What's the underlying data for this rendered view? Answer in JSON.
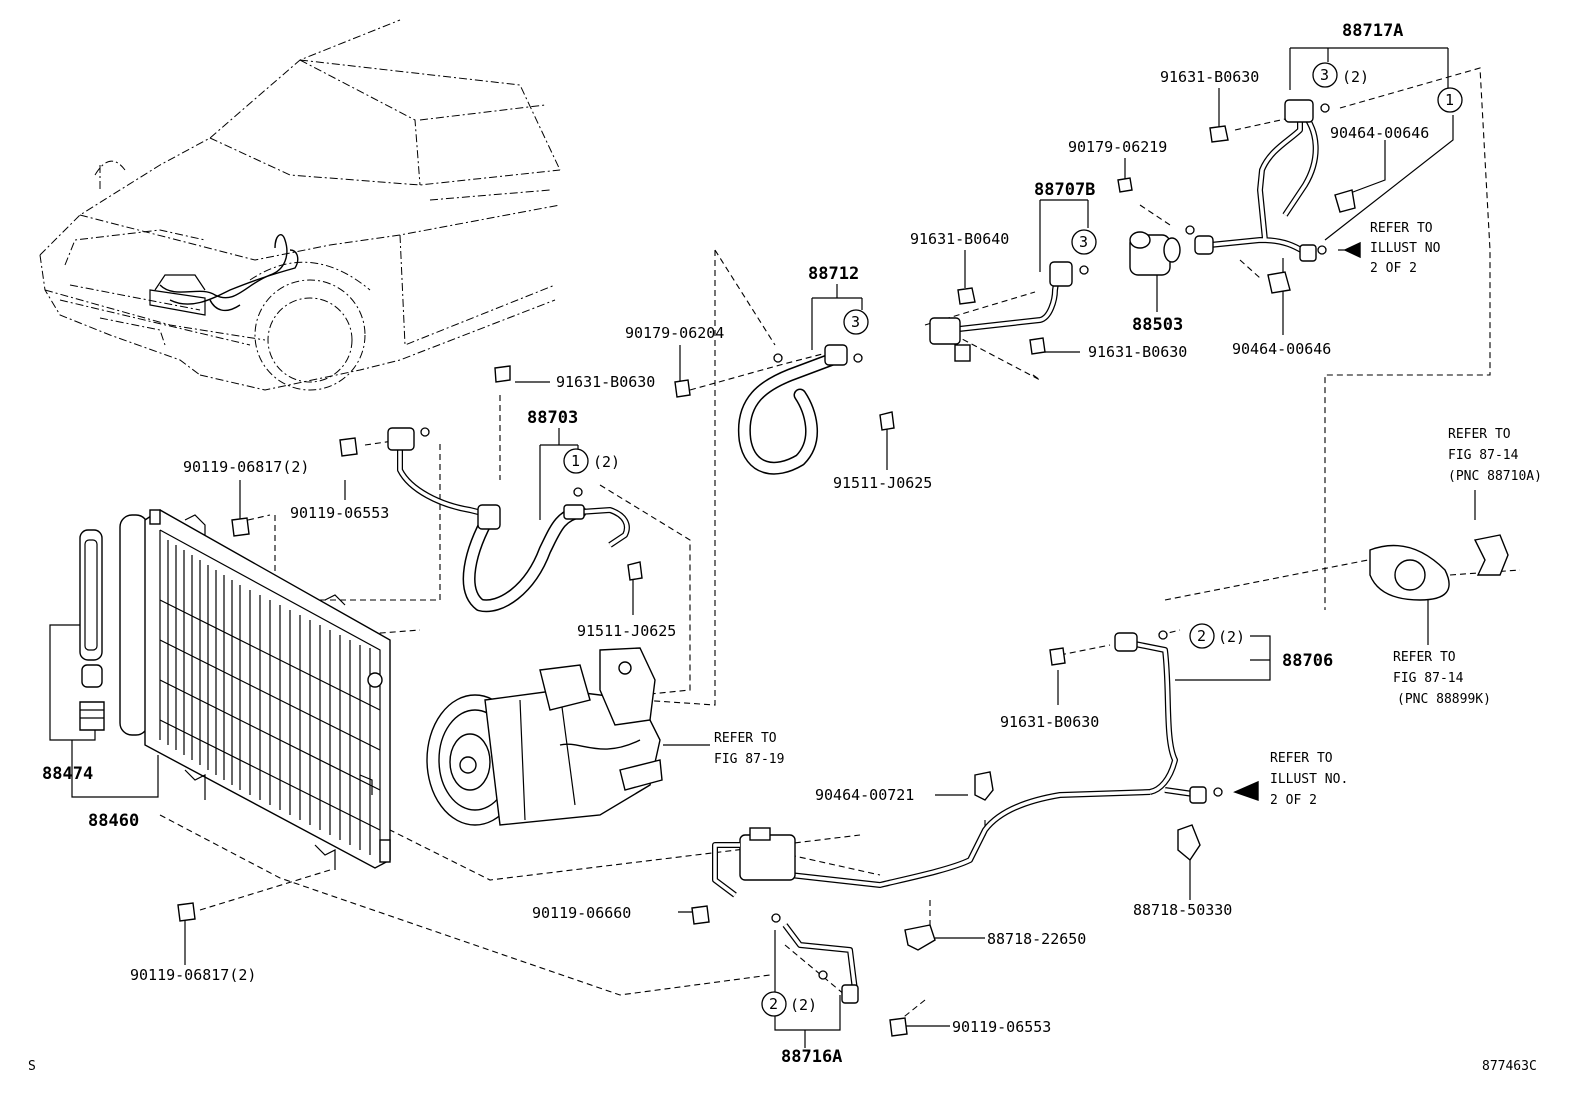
{
  "labels": {
    "p88717A": "88717A",
    "p91631_b0630_a": "91631-B0630",
    "c3_a": "3",
    "q2_a": "(2)",
    "c1_a": "1",
    "p90464_00646_a": "90464-00646",
    "p90179_06219": "90179-06219",
    "p88707B": "88707B",
    "c3_b": "3",
    "refer_illust_a1": "REFER TO",
    "refer_illust_a2": "ILLUST NO",
    "refer_illust_a3": "2 OF 2",
    "p91631_b0640": "91631-B0640",
    "p88503": "88503",
    "p90464_00646_b": "90464-00646",
    "p91631_b0630_b": "91631-B0630",
    "p88712": "88712",
    "c3_c": "3",
    "p90179_06204": "90179-06204",
    "p91631_b0630_c": "91631-B0630",
    "p88703": "88703",
    "c1_b": "1",
    "q2_b": "(2)",
    "p91511_j0625_a": "91511-J0625",
    "p90119_06817_a": "90119-06817(2)",
    "p90119_06553_a": "90119-06553",
    "p91511_j0625_b": "91511-J0625",
    "refer_fig1414_1": "REFER TO",
    "refer_fig1414_2": "FIG 87-14",
    "refer_fig1414_3": "(PNC 88710A)",
    "c2_a": "2",
    "q2_c": "(2)",
    "p88706": "88706",
    "p91631_b0630_d": "91631-B0630",
    "refer_fig1414k_1": "REFER TO",
    "refer_fig1414k_2": "FIG 87-14",
    "refer_fig1414k_3": "(PNC 88899K)",
    "refer_fig1419_1": "REFER TO",
    "refer_fig1419_2": "FIG 87-19",
    "p88474": "88474",
    "p88460": "88460",
    "p90464_00721": "90464-00721",
    "refer_illust_b1": "REFER TO",
    "refer_illust_b2": "ILLUST NO.",
    "refer_illust_b3": "2 OF 2",
    "p90119_06660": "90119-06660",
    "p88718_22650": "88718-22650",
    "p88718_50330": "88718-50330",
    "p90119_06817_b": "90119-06817(2)",
    "c2_b": "2",
    "q2_d": "(2)",
    "p90119_06553_b": "90119-06553",
    "p88716A": "88716A",
    "corner_s": "S",
    "ref_code": "877463C"
  }
}
